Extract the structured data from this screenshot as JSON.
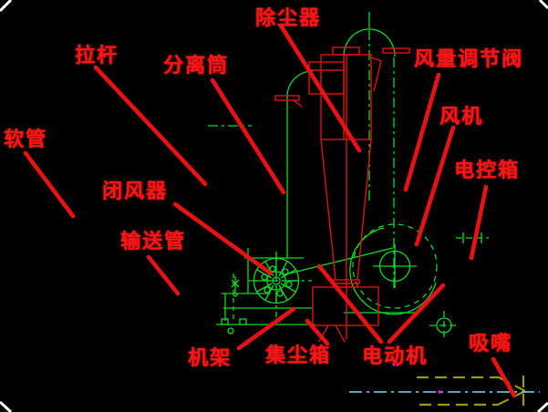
{
  "diagram": {
    "description": "CAD assembly diagram of a pneumatic dust-collection machine",
    "labels": [
      {
        "id": "dust-collector",
        "text": "除尘器"
      },
      {
        "id": "pull-rod",
        "text": "拉杆"
      },
      {
        "id": "separator-cylinder",
        "text": "分离筒"
      },
      {
        "id": "air-volume-valve",
        "text": "风量调节阀"
      },
      {
        "id": "fan",
        "text": "风机"
      },
      {
        "id": "electric-control-box",
        "text": "电控箱"
      },
      {
        "id": "hose",
        "text": "软管"
      },
      {
        "id": "air-lock",
        "text": "闭风器"
      },
      {
        "id": "conveying-pipe",
        "text": "输送管"
      },
      {
        "id": "frame",
        "text": "机架"
      },
      {
        "id": "dust-collection-box",
        "text": "集尘箱"
      },
      {
        "id": "electric-motor",
        "text": "电动机"
      },
      {
        "id": "suction-nozzle",
        "text": "吸嘴"
      }
    ],
    "colors": {
      "background": "#000000",
      "label_red": "#ff1515",
      "leader_red": "#e81212",
      "structure_red": "#e01010",
      "drawing_green": "#00dd22",
      "nozzle_olive": "#9a9a00",
      "centerline_cyan": "#79d8f2",
      "marker_magenta": "#ff00ff",
      "corner_white": "#ffffff"
    }
  }
}
